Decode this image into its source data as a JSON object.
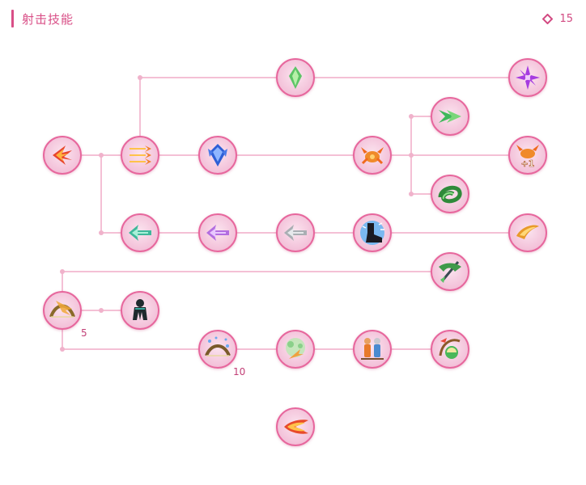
{
  "header": {
    "title": "射击技能",
    "points_icon": "diamond-outline-icon",
    "points_value": "15"
  },
  "colors": {
    "accent": "#d94f87",
    "line": "#f4c0d5",
    "node_border": "#e7679d"
  },
  "nodes": [
    {
      "id": "flame-arrow",
      "icon": "flame-arrow-icon"
    },
    {
      "id": "green-crystal",
      "icon": "green-crystal-icon"
    },
    {
      "id": "purple-burst",
      "icon": "purple-burst-icon"
    },
    {
      "id": "multi-arrow",
      "icon": "multi-arrow-icon"
    },
    {
      "id": "blue-crystal-arrow",
      "icon": "blue-crystal-arrow-icon"
    },
    {
      "id": "crab-emblem",
      "icon": "crab-emblem-icon"
    },
    {
      "id": "green-wing-arrow",
      "icon": "green-wing-arrow-icon"
    },
    {
      "id": "crab-plus-one",
      "icon": "crab-plus-one-icon",
      "label": "+1"
    },
    {
      "id": "green-swirl",
      "icon": "green-swirl-icon"
    },
    {
      "id": "teal-arrow",
      "icon": "teal-arrow-icon"
    },
    {
      "id": "violet-arrow",
      "icon": "violet-arrow-icon"
    },
    {
      "id": "grey-arrow",
      "icon": "grey-arrow-icon"
    },
    {
      "id": "ice-boot",
      "icon": "ice-boot-icon"
    },
    {
      "id": "golden-claw",
      "icon": "golden-claw-icon"
    },
    {
      "id": "blade-arrow",
      "icon": "blade-arrow-icon"
    },
    {
      "id": "bow-burst",
      "icon": "bow-burst-icon",
      "rank": "5"
    },
    {
      "id": "dark-figure",
      "icon": "dark-figure-icon"
    },
    {
      "id": "bow-sparkle",
      "icon": "bow-sparkle-icon",
      "rank": "10"
    },
    {
      "id": "green-mist-arrow",
      "icon": "green-mist-arrow-icon"
    },
    {
      "id": "twin-warriors",
      "icon": "twin-warriors-icon"
    },
    {
      "id": "bow-orb",
      "icon": "bow-orb-icon"
    },
    {
      "id": "fire-comet",
      "icon": "fire-comet-icon"
    }
  ]
}
